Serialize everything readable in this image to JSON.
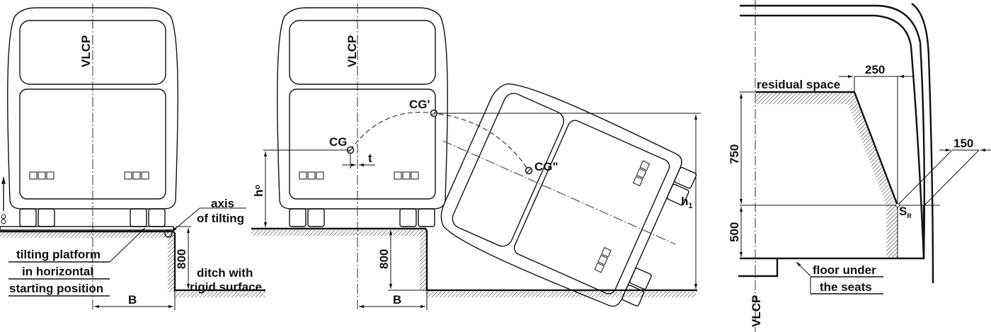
{
  "left_view": {
    "centerline_label": "VLCP",
    "axis_label_line1": "axis",
    "axis_label_line2": "of tilting",
    "platform_label_line1": "tilting platform",
    "platform_label_line2": "in horizontal",
    "platform_label_line3": "starting position",
    "ditch_label_line1": "ditch with",
    "ditch_label_line2": "rigid surface",
    "ditch_depth": "800",
    "width_label": "B"
  },
  "middle_view": {
    "centerline_label": "VLCP",
    "cg_label": "CG",
    "cg1_label": "CG'",
    "cg2_label": "CG\"",
    "offset_label": "t",
    "h0_label": "h",
    "h0_sub": "o",
    "h1_label": "h",
    "h1_sub": "1",
    "ditch_depth": "800",
    "width_label": "B"
  },
  "right_view": {
    "residual_space_label": "residual space",
    "dim_250": "250",
    "dim_150": "150",
    "dim_750": "750",
    "dim_500": "500",
    "sr_label": "S",
    "sr_sub": "R",
    "floor_label_line1": "floor under",
    "floor_label_line2": "the seats",
    "centerline_label": "VLCP"
  }
}
